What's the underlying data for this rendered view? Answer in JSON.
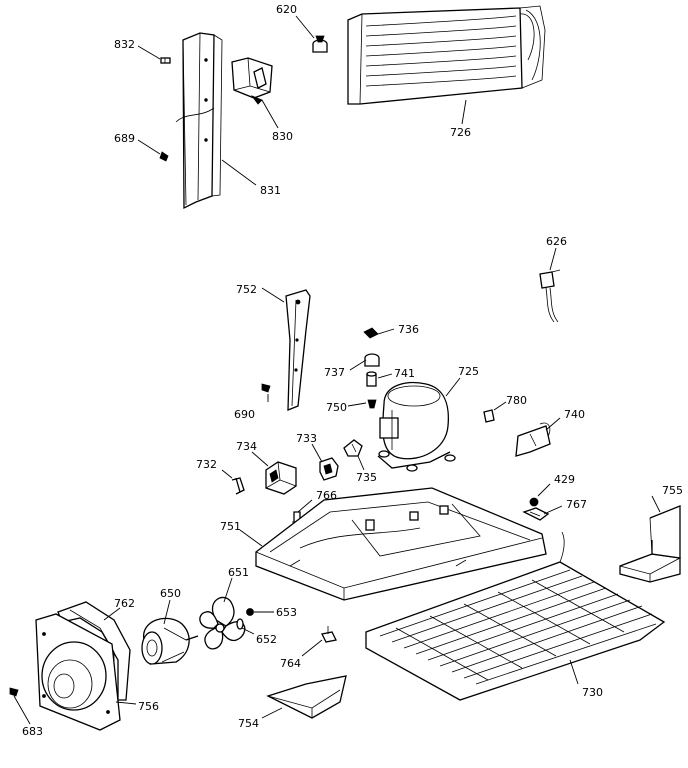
{
  "labels": {
    "p620": "620",
    "p832": "832",
    "p689": "689",
    "p830": "830",
    "p831": "831",
    "p726": "726",
    "p626": "626",
    "p752": "752",
    "p736": "736",
    "p737": "737",
    "p741": "741",
    "p725": "725",
    "p690": "690",
    "p750": "750",
    "p780": "780",
    "p740": "740",
    "p734": "734",
    "p733": "733",
    "p732": "732",
    "p735": "735",
    "p429": "429",
    "p766": "766",
    "p767": "767",
    "p755": "755",
    "p751": "751",
    "p651": "651",
    "p650": "650",
    "p762": "762",
    "p653": "653",
    "p652": "652",
    "p764": "764",
    "p730": "730",
    "p756": "756",
    "p754": "754",
    "p683": "683"
  }
}
